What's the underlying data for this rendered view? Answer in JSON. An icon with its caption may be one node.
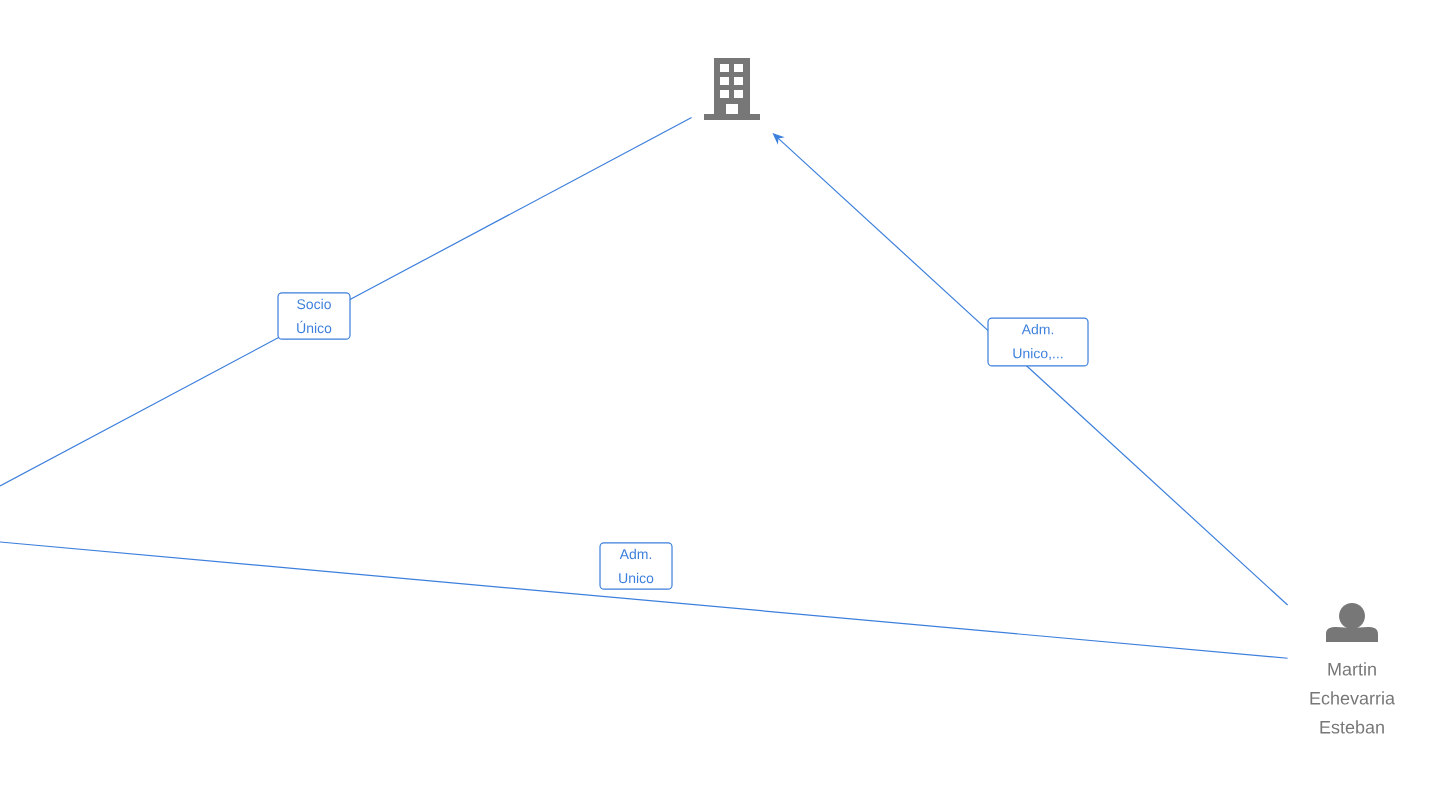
{
  "diagram": {
    "nodes": [
      {
        "text": [],
        "shape": "building"
      },
      {
        "text": [
          "Martin Echevarria Esteban"
        ]
      }
    ],
    "edges": [
      {
        "from": null,
        "to": 0,
        "arrow": "none",
        "label": "Socio Único"
      },
      {
        "from": 1,
        "to": 0,
        "arrow": "to",
        "label": "Adm. Unico,..."
      },
      {
        "from": null,
        "to": 1,
        "arrow": "none",
        "label": "Adm. Unico"
      }
    ]
  }
}
